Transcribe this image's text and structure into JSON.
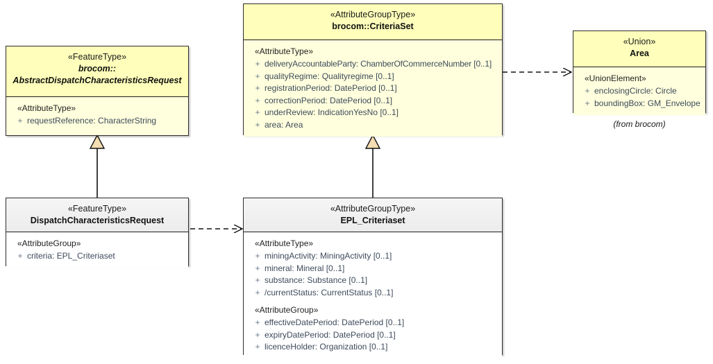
{
  "diagram": {
    "title": "UML class diagram",
    "background": "#ffffff",
    "colors": {
      "class_header_yellow": "#ffffbb",
      "class_body_yellow": "#ffffdd",
      "class_header_grey": "#ececec",
      "class_body_white": "#ffffff",
      "border": "#2b2b2b",
      "attribute_text": "#3d4a5a",
      "generalization_fill": "#f5deb3",
      "connector_line": "#111111"
    }
  },
  "classes": {
    "abstract_dispatch": {
      "stereotype": "«FeatureType»",
      "package": "brocom::",
      "name": "AbstractDispatchCharacteristicsRequest",
      "compartments": [
        {
          "stereotype": "«AttributeType»",
          "attributes": [
            {
              "visibility": "+",
              "signature": "requestReference: CharacterString"
            }
          ]
        }
      ]
    },
    "criteria_set": {
      "stereotype": "«AttributeGroupType»",
      "name": "brocom::CriteriaSet",
      "compartments": [
        {
          "stereotype": "«AttributeType»",
          "attributes": [
            {
              "visibility": "+",
              "signature": "deliveryAccountableParty: ChamberOfCommerceNumber [0..1]"
            },
            {
              "visibility": "+",
              "signature": "qualityRegime: Qualityregime [0..1]"
            },
            {
              "visibility": "+",
              "signature": "registrationPeriod: DatePeriod [0..1]"
            },
            {
              "visibility": "+",
              "signature": "correctionPeriod: DatePeriod [0..1]"
            },
            {
              "visibility": "+",
              "signature": "underReview: IndicationYesNo [0..1]"
            },
            {
              "visibility": "+",
              "signature": "area: Area"
            }
          ]
        }
      ]
    },
    "area": {
      "stereotype": "«Union»",
      "name": "Area",
      "note": "(from brocom)",
      "compartments": [
        {
          "stereotype": "«UnionElement»",
          "attributes": [
            {
              "visibility": "+",
              "signature": "enclosingCircle: Circle"
            },
            {
              "visibility": "+",
              "signature": "boundingBox: GM_Envelope"
            }
          ]
        }
      ]
    },
    "dispatch_request": {
      "stereotype": "«FeatureType»",
      "name": "DispatchCharacteristicsRequest",
      "compartments": [
        {
          "stereotype": "«AttributeGroup»",
          "attributes": [
            {
              "visibility": "+",
              "signature": "criteria: EPL_Criteriaset"
            }
          ]
        }
      ]
    },
    "epl_criteriaset": {
      "stereotype": "«AttributeGroupType»",
      "name": "EPL_Criteriaset",
      "compartments": [
        {
          "stereotype": "«AttributeType»",
          "attributes": [
            {
              "visibility": "+",
              "signature": "miningActivity: MiningActivity [0..1]"
            },
            {
              "visibility": "+",
              "signature": "mineral: Mineral [0..1]"
            },
            {
              "visibility": "+",
              "signature": "substance: Substance [0..1]"
            },
            {
              "visibility": "+",
              "signature": "/currentStatus: CurrentStatus [0..1]"
            }
          ]
        },
        {
          "stereotype": "«AttributeGroup»",
          "attributes": [
            {
              "visibility": "+",
              "signature": "effectiveDatePeriod: DatePeriod [0..1]"
            },
            {
              "visibility": "+",
              "signature": "expiryDatePeriod: DatePeriod [0..1]"
            },
            {
              "visibility": "+",
              "signature": "licenceHolder: Organization [0..1]"
            }
          ]
        }
      ]
    }
  },
  "relationships": [
    {
      "name": "generalization-dispatch-request-to-abstract",
      "type": "generalization",
      "from": "DispatchCharacteristicsRequest",
      "to": "AbstractDispatchCharacteristicsRequest"
    },
    {
      "name": "generalization-epl-criteriaset-to-criteria-set",
      "type": "generalization",
      "from": "EPL_Criteriaset",
      "to": "brocom::CriteriaSet"
    },
    {
      "name": "dependency-criteria-set-to-area",
      "type": "dependency",
      "from": "brocom::CriteriaSet",
      "to": "Area"
    },
    {
      "name": "dependency-dispatch-request-to-epl-criteriaset",
      "type": "dependency",
      "from": "DispatchCharacteristicsRequest",
      "to": "EPL_Criteriaset"
    }
  ]
}
